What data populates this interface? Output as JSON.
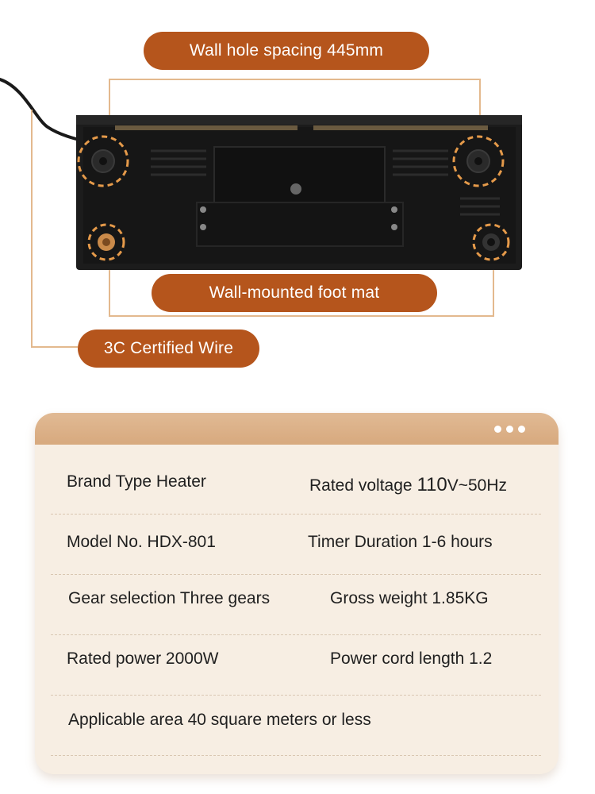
{
  "callouts": {
    "wall_hole_spacing": "Wall hole spacing 445mm",
    "wall_mounted_foot_mat": "Wall-mounted foot mat",
    "certified_wire": "3C Certified Wire"
  },
  "colors": {
    "accent": "#b5551c",
    "guide_line": "#e3b98e",
    "card_header": "#d7a97e",
    "card_body": "#f7eee3"
  },
  "specs": {
    "brand_type": "Brand Type Heater",
    "rated_voltage_prefix": "Rated voltage ",
    "rated_voltage_value": "110",
    "rated_voltage_suffix": "V~50Hz",
    "model_no": "Model No. HDX-801",
    "timer_duration": "Timer Duration 1-6 hours",
    "gear_selection": "Gear selection Three gears",
    "gross_weight": "Gross weight 1.85KG",
    "rated_power": "Rated power 2000W",
    "power_cord_length": "Power cord length 1.2",
    "applicable_area": "Applicable area 40 square meters or less"
  }
}
